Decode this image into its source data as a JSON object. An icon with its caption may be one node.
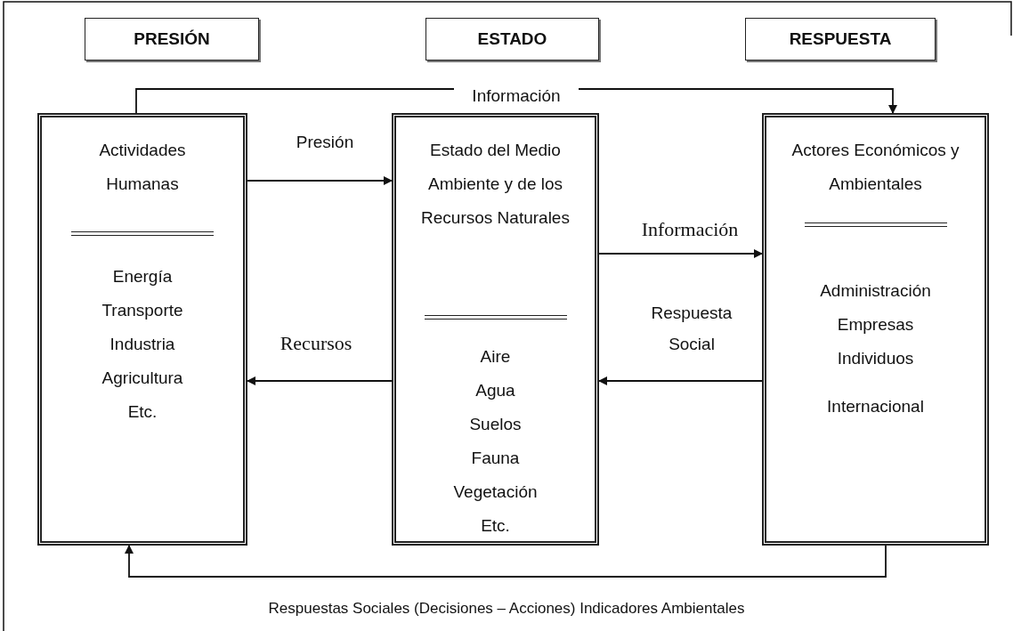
{
  "diagram": {
    "caption": "Respuestas Sociales (Decisiones – Acciones) Indicadores Ambientales",
    "nodes": [
      {
        "text": [
          "PRESIÓN"
        ]
      },
      {
        "text": [
          "ESTADO"
        ]
      },
      {
        "text": [
          "RESPUESTA"
        ]
      },
      {
        "text": [
          "Actividades Humanas",
          "Energía",
          "Transporte",
          "Industria",
          "Agricultura",
          "Etc."
        ]
      },
      {
        "text": [
          "Estado del Medio Ambiente y de los Recursos Naturales",
          "Aire",
          "Agua",
          "Suelos",
          "Fauna",
          "Vegetación",
          "Etc."
        ]
      },
      {
        "text": [
          "Actores Económicos y Ambientales",
          "Administración",
          "Empresas",
          "Individuos",
          "Internacional"
        ]
      }
    ],
    "edges": [
      {
        "from": 3,
        "to": 5,
        "arrow": "to",
        "label": "Información"
      },
      {
        "from": 3,
        "to": 4,
        "arrow": "to",
        "label": "Presión"
      },
      {
        "from": 4,
        "to": 5,
        "arrow": "to",
        "label": "Información"
      },
      {
        "from": 5,
        "to": 4,
        "arrow": "to",
        "label": "Respuesta Social"
      },
      {
        "from": 4,
        "to": 3,
        "arrow": "to",
        "label": "Recursos"
      },
      {
        "from": 5,
        "to": 3,
        "arrow": "to"
      }
    ]
  }
}
